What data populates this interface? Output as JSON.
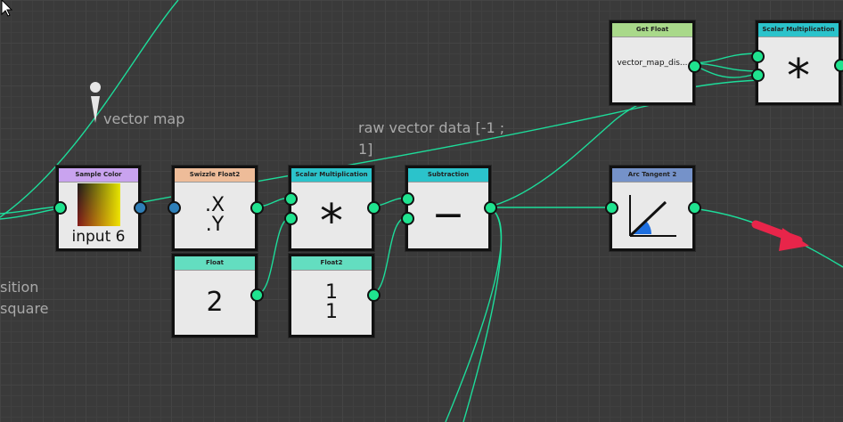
{
  "labels": {
    "vector_map": "vector map",
    "raw_vector_line1": "raw vector data [-1 ;",
    "raw_vector_line2": "1]",
    "position_partial": "sition",
    "square_partial": "square"
  },
  "nodes": {
    "sample_color": {
      "title": "Sample Color",
      "value": "input 6",
      "color": "#c9a3ef"
    },
    "swizzle": {
      "title": "Swizzle Float2",
      "line1": ".X",
      "line2": ".Y",
      "color": "#eebc99"
    },
    "float": {
      "title": "Float",
      "value": "2",
      "color": "#63dec0"
    },
    "scalar_mult_1": {
      "title": "Scalar Multiplication",
      "symbol": "*",
      "color": "#2bc3cb"
    },
    "float2": {
      "title": "Float2",
      "line1": "1",
      "line2": "1",
      "color": "#63dec0"
    },
    "subtraction": {
      "title": "Subtraction",
      "symbol": "−",
      "color": "#2bc3cb"
    },
    "arc_tangent": {
      "title": "Arc Tangent 2",
      "color": "#7592c9"
    },
    "get_float": {
      "title": "Get Float",
      "value": "vector_map_dis...",
      "color": "#a9d98a"
    },
    "scalar_mult_2": {
      "title": "Scalar Multiplication",
      "symbol": "*",
      "color": "#2bc3cb"
    }
  },
  "colors": {
    "wire": "#1ddc9a",
    "arrow": "#e8254a",
    "pin": "#1fe38f",
    "pin_blue": "#2e7fb8"
  }
}
